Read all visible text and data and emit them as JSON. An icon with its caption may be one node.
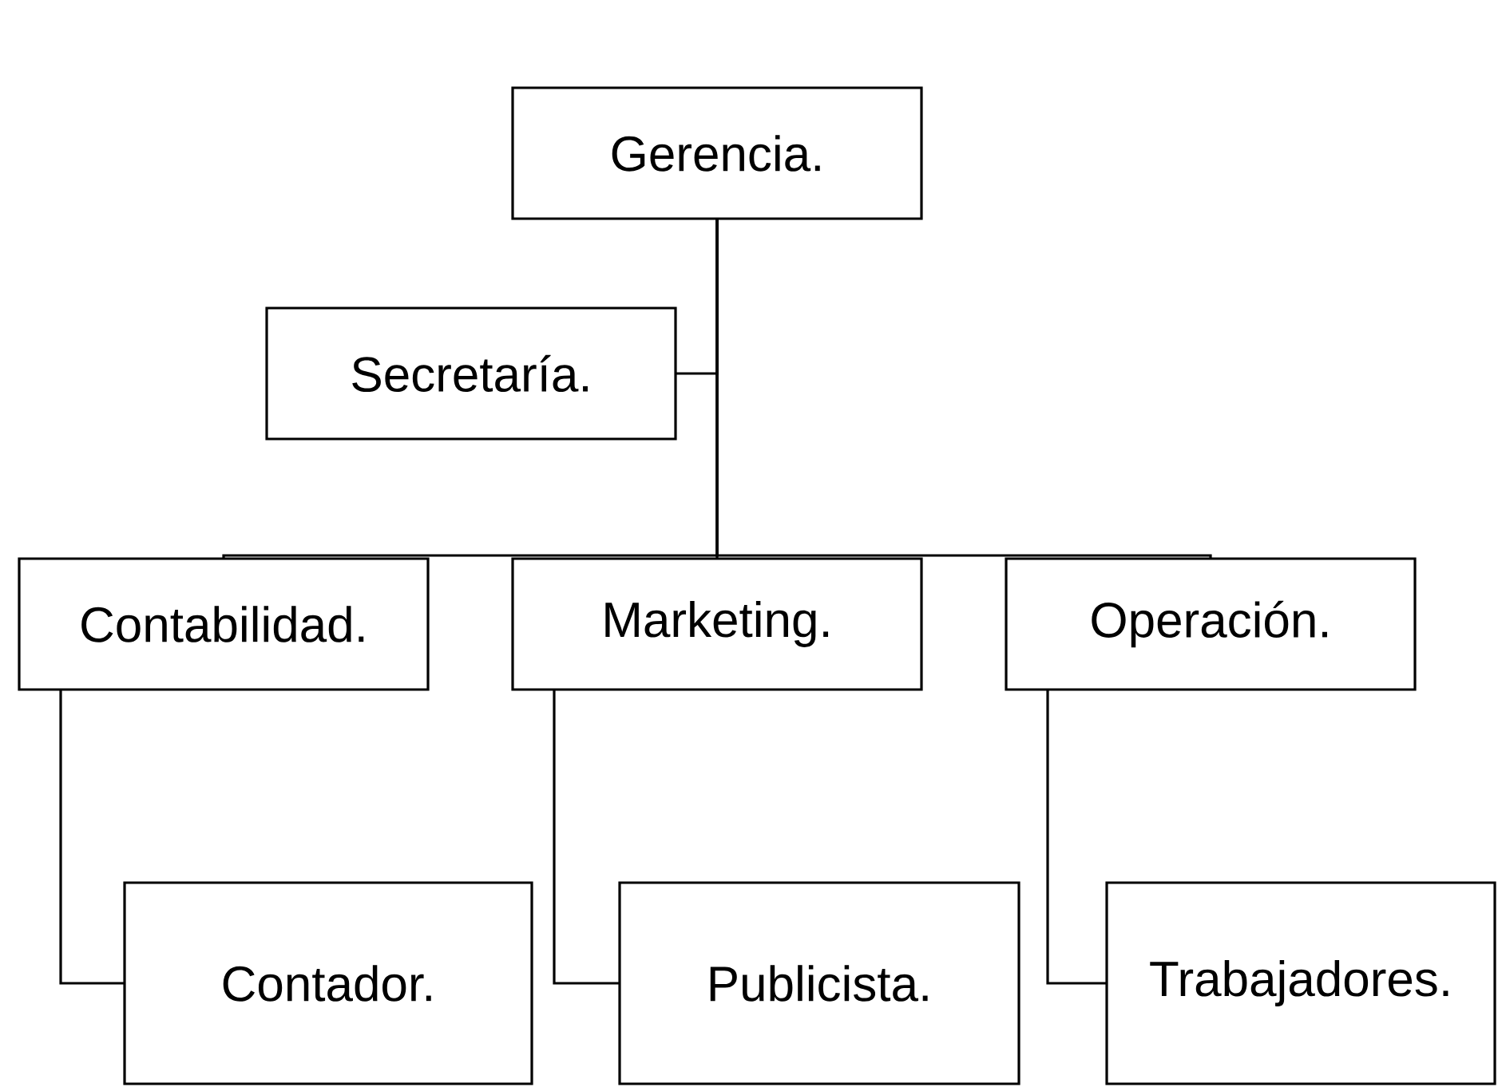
{
  "diagram": {
    "nodes": [
      {
        "text": [
          "Gerencia."
        ]
      },
      {
        "text": [
          "Secretaría."
        ]
      },
      {
        "text": [
          "Contabilidad."
        ]
      },
      {
        "text": [
          "Marketing."
        ]
      },
      {
        "text": [
          "Operación."
        ]
      },
      {
        "text": [
          "Contador."
        ]
      },
      {
        "text": [
          "Publicista."
        ]
      },
      {
        "text": [
          "Trabajadores."
        ]
      }
    ],
    "edges": [
      {
        "from": 0,
        "to": 1,
        "arrow": "none"
      },
      {
        "from": 0,
        "to": 2,
        "arrow": "none"
      },
      {
        "from": 0,
        "to": 3,
        "arrow": "none"
      },
      {
        "from": 0,
        "to": 4,
        "arrow": "none"
      },
      {
        "from": 2,
        "to": 5,
        "arrow": "none"
      },
      {
        "from": 3,
        "to": 6,
        "arrow": "none"
      },
      {
        "from": 4,
        "to": 7,
        "arrow": "none"
      }
    ]
  }
}
